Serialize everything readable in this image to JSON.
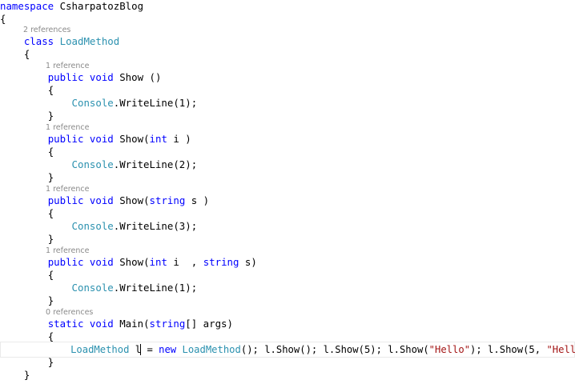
{
  "code": {
    "namespace_keyword": "namespace",
    "namespace_name": "CsharpatozBlog",
    "open_brace": "{",
    "close_brace": "}",
    "class_keyword": "class",
    "class_name": "LoadMethod",
    "public_kw": "public",
    "void_kw": "void",
    "static_kw": "static",
    "int_kw": "int",
    "string_kw": "string",
    "new_kw": "new",
    "console": "Console",
    "references": {
      "two": "2 references",
      "one": "1 reference",
      "zero": "0 references"
    },
    "m1_sig": " Show ()",
    "m2_name": " Show(",
    "m2_tail": " i )",
    "m3_name": " Show(",
    "m3_tail": " s )",
    "m4_name": " Show(",
    "m4_mid": " i  , ",
    "m4_tail": " s)",
    "main_name": " Main(",
    "main_tail": "[] args)",
    "wl1": ".WriteLine(1);",
    "wl2": ".WriteLine(2);",
    "wl3": ".WriteLine(3);",
    "wl4": ".WriteLine(1);",
    "main_body_a": " l = ",
    "main_body_b": "(); l.Show(); l.Show(5); l.Show(",
    "main_body_c": "); l.Show(5, ",
    "main_body_d": ");",
    "hello_literal": "\"Hello\""
  }
}
